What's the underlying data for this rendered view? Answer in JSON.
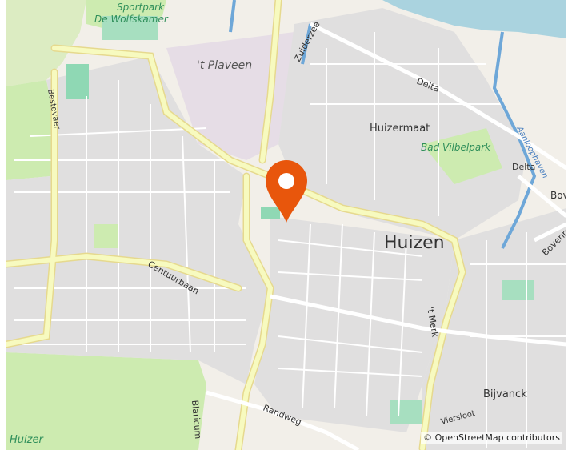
{
  "map": {
    "labels": {
      "sportpark": "Sportpark",
      "wolfskamer": "De Wolfskamer",
      "plaveen": "'t Plaveen",
      "zuiderzee": "Zuiderzee",
      "delta_top": "Delta",
      "huizermaat": "Huizermaat",
      "bad_vilbelpark": "Bad Vilbelpark",
      "delta_right": "Delta",
      "aanloophaven": "Aanloophaven",
      "bov_top": "Bov",
      "bovenmaat": "Bovenm",
      "bestevaer": "Bestevaer",
      "huizen": "Huizen",
      "centuurbaan": "Centuurbaan",
      "t_merk": "'t Merk",
      "bijvanck": "Bijvanck",
      "randweg": "Randweg",
      "blaricum": "Blaricum",
      "huizer": "Huizer",
      "viersloot": "Viersloot"
    },
    "attribution": "© OpenStreetMap contributors",
    "marker_icon": "map-pin-icon",
    "colors": {
      "background": "#f2efe9",
      "water": "#aad3df",
      "green": "#cdebb0",
      "farmland": "#dcecc2",
      "residential": "#e0dfdf",
      "building": "#d9d0c9",
      "primary_road": "#f7fabf",
      "street": "#ffffff",
      "marker": "#e8560c"
    }
  }
}
